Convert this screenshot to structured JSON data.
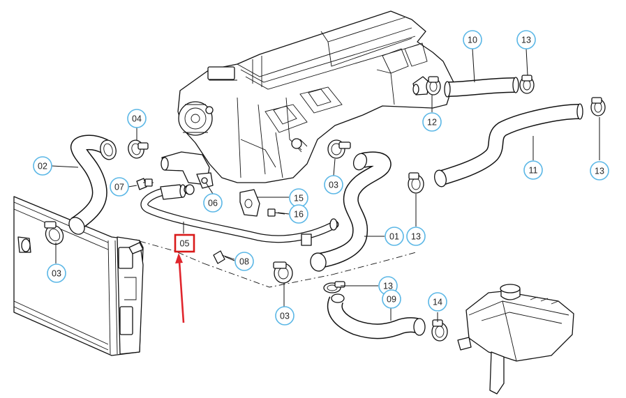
{
  "callouts": [
    {
      "id": "c02",
      "label": "02"
    },
    {
      "id": "c03a",
      "label": "03"
    },
    {
      "id": "c04",
      "label": "04"
    },
    {
      "id": "c07",
      "label": "07"
    },
    {
      "id": "c06",
      "label": "06"
    },
    {
      "id": "c05",
      "label": "05"
    },
    {
      "id": "c08",
      "label": "08"
    },
    {
      "id": "c03b",
      "label": "03"
    },
    {
      "id": "c15",
      "label": "15"
    },
    {
      "id": "c16",
      "label": "16"
    },
    {
      "id": "c03c",
      "label": "03"
    },
    {
      "id": "c01",
      "label": "01"
    },
    {
      "id": "c13a",
      "label": "13"
    },
    {
      "id": "c13b",
      "label": "13"
    },
    {
      "id": "c09",
      "label": "09"
    },
    {
      "id": "c14",
      "label": "14"
    },
    {
      "id": "c10",
      "label": "10"
    },
    {
      "id": "c13c",
      "label": "13"
    },
    {
      "id": "c12",
      "label": "12"
    },
    {
      "id": "c11",
      "label": "11"
    },
    {
      "id": "c13d",
      "label": "13"
    }
  ],
  "highlight": {
    "label": "05",
    "color": "#d91a1a"
  },
  "colors": {
    "callout_ring": "#5bb7e6",
    "arrow": "#e0262d",
    "line": "#111111"
  }
}
